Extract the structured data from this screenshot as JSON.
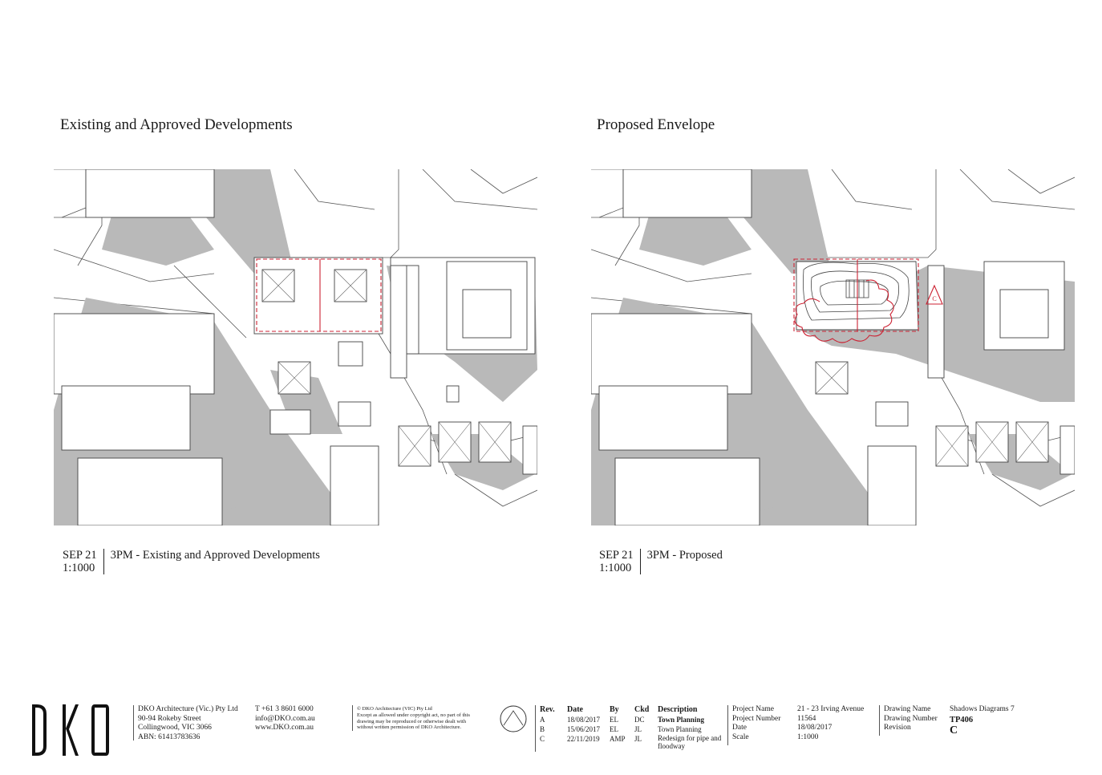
{
  "panels": [
    {
      "heading": "Existing and Approved Developments",
      "caption_date": "SEP 21",
      "caption_scale": "1:1000",
      "caption_desc": "3PM - Existing and Approved Developments"
    },
    {
      "heading": "Proposed Envelope",
      "caption_date": "SEP 21",
      "caption_scale": "1:1000",
      "caption_desc": "3PM - Proposed",
      "revision_cloud_tag": "C"
    }
  ],
  "logo_text": "DKO",
  "company": {
    "name": "DKO Architecture (Vic.) Pty Ltd",
    "street": "90-94 Rokeby Street",
    "city": "Collingwood, VIC 3066",
    "abn": "ABN: 61413783636"
  },
  "contact": {
    "phone": "T +61 3 8601 6000",
    "email": "info@DKO.com.au",
    "web": "www.DKO.com.au"
  },
  "copyright": {
    "line1": "© DKO Architecture (VIC) Pty Ltd",
    "line2": "Except as allowed under copyright act, no part of this",
    "line3": "drawing may be reproduced or otherwise dealt with",
    "line4": "without written permission of DKO Architecture."
  },
  "revisions": {
    "headers": [
      "Rev.",
      "Date",
      "By",
      "Ckd",
      "Description"
    ],
    "rows": [
      [
        "A",
        "18/08/2017",
        "EL",
        "DC",
        "Town Planning"
      ],
      [
        "B",
        "15/06/2017",
        "EL",
        "JL",
        "Town Planning"
      ],
      [
        "C",
        "22/11/2019",
        "AMP",
        "JL",
        "Redesign for pipe and floodway"
      ]
    ]
  },
  "project": {
    "labels": [
      "Project Name",
      "Project Number",
      "Date",
      "Scale"
    ],
    "values": [
      "21 - 23 Irving Avenue",
      "11564",
      "18/08/2017",
      "1:1000"
    ]
  },
  "drawing": {
    "labels": [
      "Drawing Name",
      "Drawing Number",
      "Revision"
    ],
    "values": [
      "Shadows Diagrams 7",
      "TP406",
      "C"
    ]
  }
}
